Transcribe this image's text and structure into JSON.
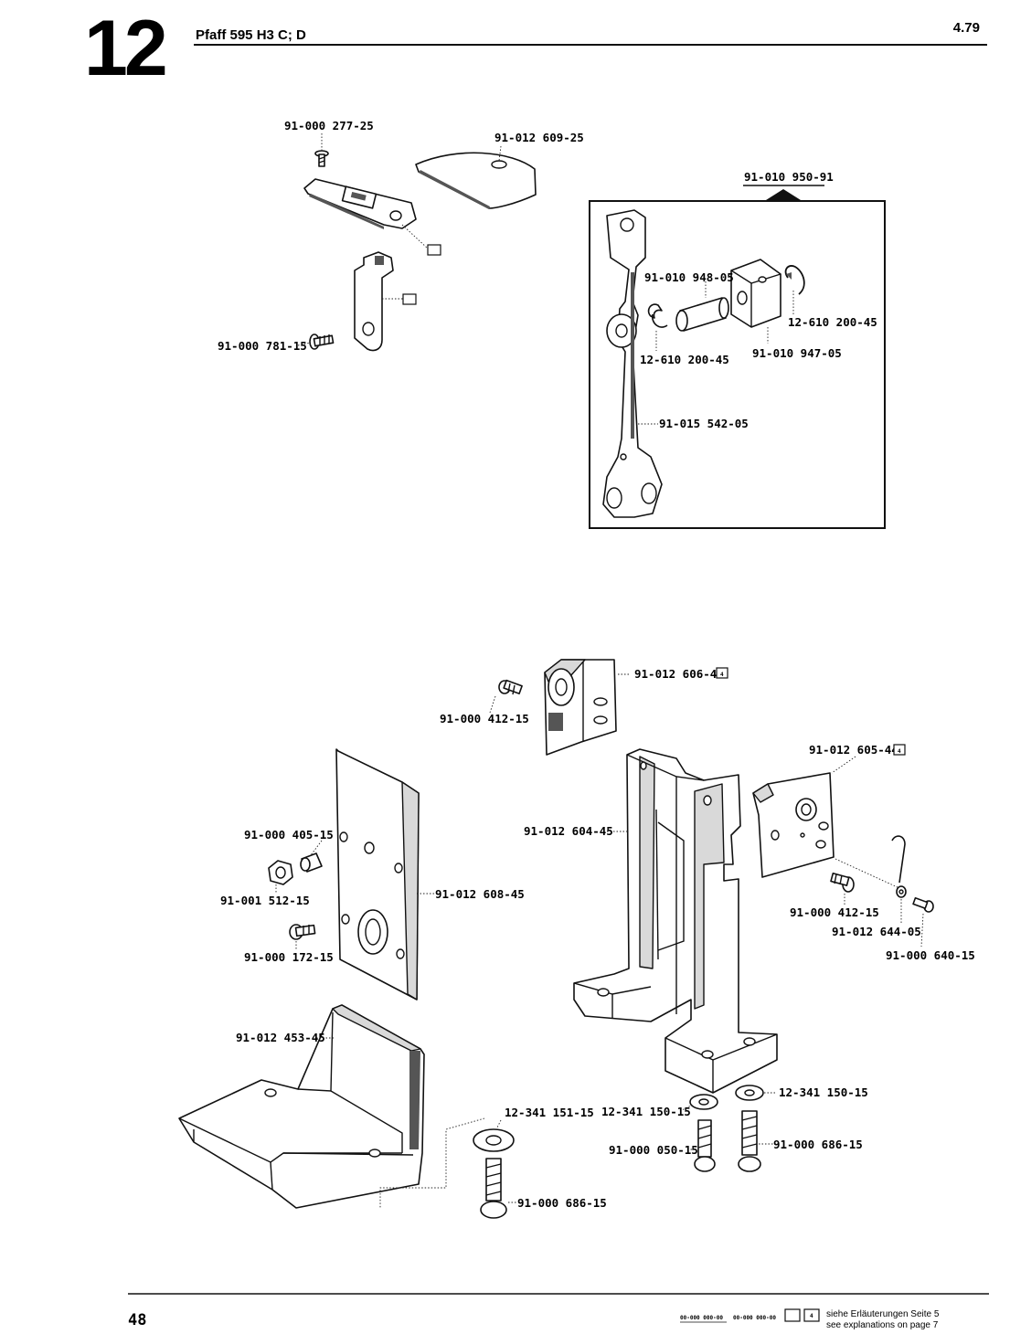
{
  "header": {
    "section_number": "12",
    "title": "Pfaff 595 H3 C; D",
    "date": "4.79"
  },
  "inset": {
    "assembly_number": "91-010 950-91"
  },
  "parts": [
    {
      "id": "p1",
      "number": "91-000 277-25"
    },
    {
      "id": "p2",
      "number": "91-012 609-25"
    },
    {
      "id": "p3",
      "number": "91-000 781-15"
    },
    {
      "id": "p4",
      "number": "91-010 948-05"
    },
    {
      "id": "p5",
      "number": "12-610 200-45"
    },
    {
      "id": "p6",
      "number": "12-610 200-45"
    },
    {
      "id": "p7",
      "number": "91-010 947-05"
    },
    {
      "id": "p8",
      "number": "91-015 542-05"
    },
    {
      "id": "p9",
      "number": "91-012 606-44"
    },
    {
      "id": "p10",
      "number": "91-000 412-15"
    },
    {
      "id": "p11",
      "number": "91-012 605-44"
    },
    {
      "id": "p12",
      "number": "91-012 604-45"
    },
    {
      "id": "p13",
      "number": "91-000 405-15"
    },
    {
      "id": "p14",
      "number": "91-001 512-15"
    },
    {
      "id": "p15",
      "number": "91-012 608-45"
    },
    {
      "id": "p16",
      "number": "91-000 172-15"
    },
    {
      "id": "p17",
      "number": "91-000 412-15"
    },
    {
      "id": "p18",
      "number": "91-012 644-05"
    },
    {
      "id": "p19",
      "number": "91-000 640-15"
    },
    {
      "id": "p20",
      "number": "91-012 453-45"
    },
    {
      "id": "p21",
      "number": "12-341 151-15"
    },
    {
      "id": "p22",
      "number": "91-000 686-15"
    },
    {
      "id": "p23",
      "number": "12-341 150-15"
    },
    {
      "id": "p24",
      "number": "12-341 150-15"
    },
    {
      "id": "p25",
      "number": "91-000 050-15"
    },
    {
      "id": "p26",
      "number": "91-000 686-15"
    }
  ],
  "box_mark": "4",
  "footer": {
    "page_number": "48",
    "legend_code_1": "00-000 000-00",
    "legend_code_2": "00-000 000-00",
    "legend_box_mark": "4",
    "legend_de": "siehe Erläuterungen Seite 5",
    "legend_en": "see explanations on page 7"
  }
}
